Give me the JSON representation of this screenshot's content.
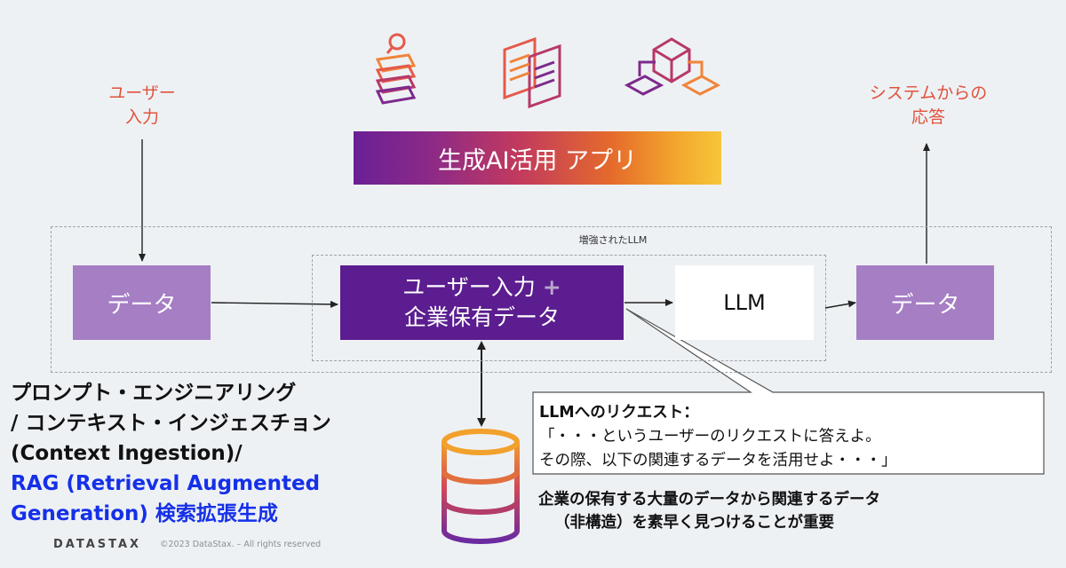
{
  "labels": {
    "user_input_line1": "ユーザー",
    "user_input_line2": "入力",
    "system_response_line1": "システムからの",
    "system_response_line2": "応答"
  },
  "app_bar": {
    "label": "生成AI活用 アプリ"
  },
  "enhanced_llm_label": "増強されたLLM",
  "boxes": {
    "data_left": "データ",
    "combined_line1": "ユーザー入力",
    "combined_plus": "+",
    "combined_line2": "企業保有データ",
    "llm": "LLM",
    "data_right": "データ"
  },
  "callout": {
    "title": "LLMへのリクエスト：",
    "line1": "「・・・というユーザーのリクエストに答えよ。",
    "line2": "その際、以下の関連するデータを活用せよ・・・」"
  },
  "left_text": {
    "line1": "プロンプト・エンジニアリング",
    "line2": "/ コンテキスト・インジェスチョン",
    "line3": "(Context Ingestion)/",
    "line4": "RAG (Retrieval Augmented",
    "line5": "Generation) 検索拡張生成"
  },
  "bottom_note": {
    "line1": "企業の保有する大量のデータから関連するデータ",
    "line2": "（非構造）を素早く見つけることが重要"
  },
  "footer": {
    "brand": "DATASTAX",
    "copyright": "©2023 DataStax. – All rights reserved"
  },
  "icons": [
    "documents-search-icon",
    "documents-icon",
    "data-processing-icon",
    "database-icon"
  ],
  "colors": {
    "accent_red": "#e0523c",
    "purple_dark": "#5b1d8f",
    "purple_light": "#a57ec4",
    "blue_text": "#1530e8"
  }
}
